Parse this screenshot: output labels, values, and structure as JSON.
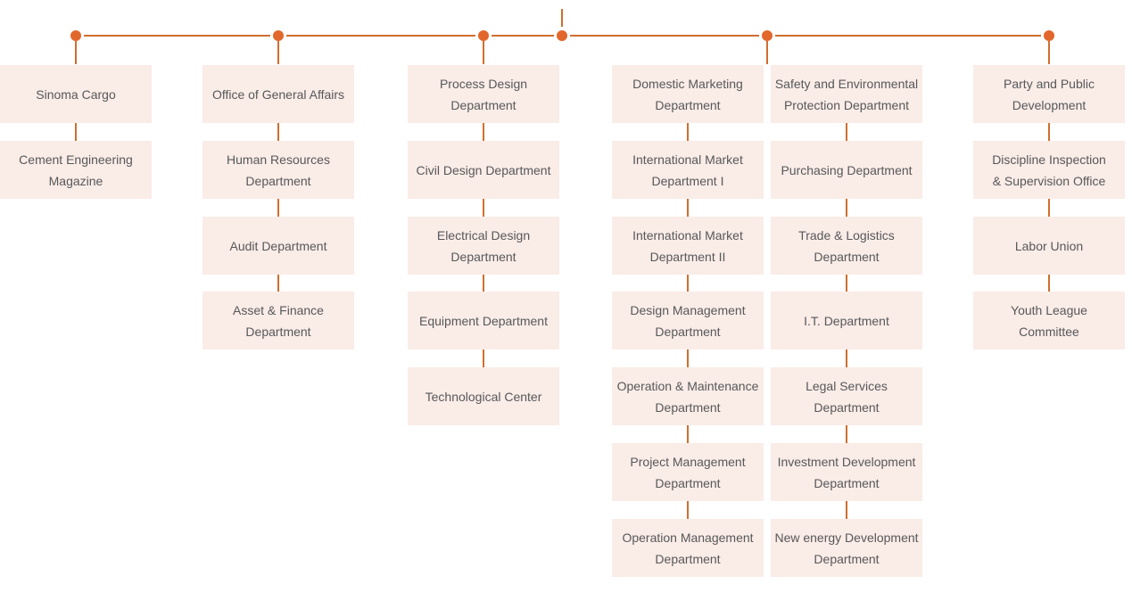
{
  "palette": {
    "background": "#ffffff",
    "box_bg": "#faece7",
    "text": "#57585a",
    "line": "#d06e2f",
    "dot": "#e2672c"
  },
  "org_chart": {
    "columns": [
      {
        "id": "col-1",
        "items": [
          {
            "label": "Sinoma Cargo",
            "lines": [
              "Sinoma Cargo"
            ]
          },
          {
            "label": "Cement Engineering Magazine",
            "lines": [
              "Cement Engineering",
              "Magazine"
            ]
          }
        ]
      },
      {
        "id": "col-2",
        "items": [
          {
            "label": "Office of General Affairs",
            "lines": [
              "Office of General Affairs"
            ]
          },
          {
            "label": "Human Resources Department",
            "lines": [
              "Human Resources",
              "Department"
            ]
          },
          {
            "label": "Audit Department",
            "lines": [
              "Audit Department"
            ]
          },
          {
            "label": "Asset & Finance Department",
            "lines": [
              "Asset & Finance",
              "Department"
            ]
          }
        ]
      },
      {
        "id": "col-3",
        "items": [
          {
            "label": "Process Design Department",
            "lines": [
              "Process Design",
              "Department"
            ]
          },
          {
            "label": "Civil Design Department",
            "lines": [
              "Civil Design Department"
            ]
          },
          {
            "label": "Electrical Design Department",
            "lines": [
              "Electrical Design",
              "Department"
            ]
          },
          {
            "label": "Equipment Department",
            "lines": [
              "Equipment Department"
            ]
          },
          {
            "label": "Technological Center",
            "lines": [
              "Technological Center"
            ]
          }
        ]
      },
      {
        "id": "col-4",
        "items": [
          {
            "label": "Domestic Marketing Department",
            "lines": [
              "Domestic Marketing",
              "Department"
            ]
          },
          {
            "label": "International Market Department I",
            "lines": [
              "International Market",
              "Department I"
            ]
          },
          {
            "label": "International Market Department II",
            "lines": [
              "International Market",
              "Department II"
            ]
          },
          {
            "label": "Design Management Department",
            "lines": [
              "Design Management",
              "Department"
            ]
          },
          {
            "label": "Operation & Maintenance Department",
            "lines": [
              "Operation & Maintenance",
              "Department"
            ]
          },
          {
            "label": "Project Management Department",
            "lines": [
              "Project Management",
              "Department"
            ]
          },
          {
            "label": "Operation Management Department",
            "lines": [
              "Operation Management",
              "Department"
            ]
          }
        ]
      },
      {
        "id": "col-5",
        "items": [
          {
            "label": "Safety and Environmental Protection Department",
            "lines": [
              "Safety and Environmental",
              "Protection Department"
            ]
          },
          {
            "label": "Purchasing Department",
            "lines": [
              "Purchasing Department"
            ]
          },
          {
            "label": "Trade & Logistics Department",
            "lines": [
              "Trade & Logistics",
              "Department"
            ]
          },
          {
            "label": "I.T. Department",
            "lines": [
              "I.T. Department"
            ]
          },
          {
            "label": "Legal Services Department",
            "lines": [
              "Legal Services",
              "Department"
            ]
          },
          {
            "label": "Investment Development Department",
            "lines": [
              "Investment Development",
              "Department"
            ]
          },
          {
            "label": "New energy Development Department",
            "lines": [
              "New energy Development",
              "Department"
            ]
          }
        ]
      },
      {
        "id": "col-6",
        "items": [
          {
            "label": "Party and Public Development",
            "lines": [
              "Party and Public",
              "Development"
            ]
          },
          {
            "label": "Discipline Inspection & Supervision Office",
            "lines": [
              "Discipline Inspection",
              "& Supervision Office"
            ]
          },
          {
            "label": "Labor Union",
            "lines": [
              "Labor Union"
            ]
          },
          {
            "label": "Youth League Committee",
            "lines": [
              "Youth League",
              "Committee"
            ]
          }
        ]
      }
    ]
  }
}
